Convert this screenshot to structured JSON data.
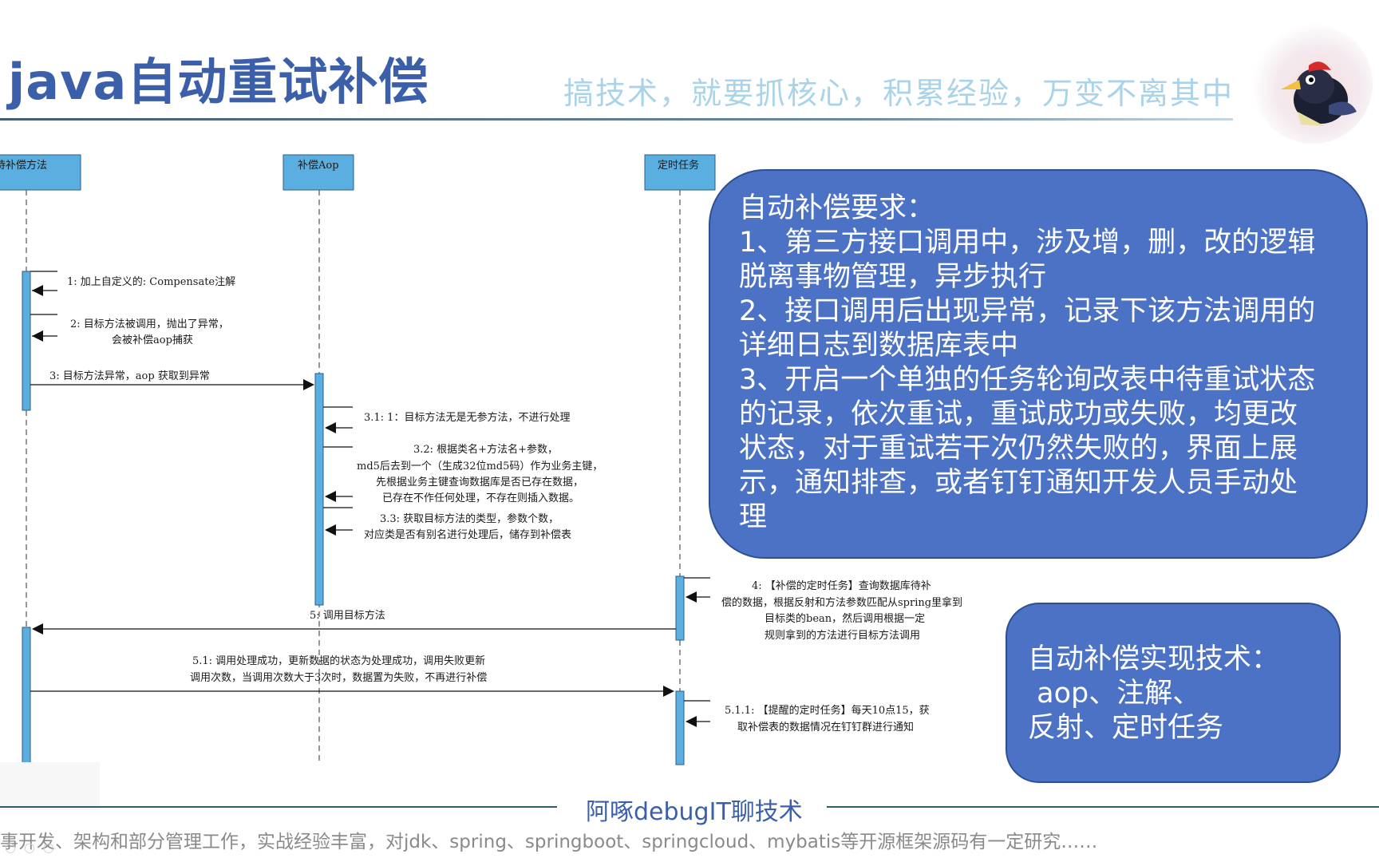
{
  "header": {
    "title": "java自动重试补偿",
    "slogan": "搞技术，就要抓核心，积累经验，万变不离其中"
  },
  "diagram": {
    "lifelines": [
      {
        "label": "待补偿方法"
      },
      {
        "label": "补偿Aop"
      },
      {
        "label": "定时任务"
      }
    ],
    "messages": {
      "m1": "1: 加上自定义的: Compensate注解",
      "m2a": "2: 目标方法被调用，抛出了异常，",
      "m2b": "会被补偿aop捕获",
      "m3": "3: 目标方法异常，aop 获取到异常",
      "m31": "3.1: 1：目标方法无是无参方法，不进行处理",
      "m32a": "3.2: 根据类名+方法名+参数，",
      "m32b": "md5后去到一个（生成32位md5码）作为业务主键，",
      "m32c": "先根据业务主键查询数据库是否已存在数据，",
      "m32d": "已存在不作任何处理，不存在则插入数据。",
      "m33a": "3.3: 获取目标方法的类型，参数个数，",
      "m33b": "对应类是否有别名进行处理后，储存到补偿表",
      "m4a": "4: 【补偿的定时任务】查询数据库待补",
      "m4b": "偿的数据，根据反射和方法参数匹配从spring里拿到",
      "m4c": "目标类的bean，然后调用根据一定",
      "m4d": "规则拿到的方法进行目标方法调用",
      "m5": "5: 调用目标方法",
      "m51a": "5.1: 调用处理成功，更新数据的状态为处理成功，调用失败更新",
      "m51b": "调用次数，当调用次数大于3次时，数据置为失败，不再进行补偿",
      "m511a": "5.1.1: 【提醒的定时任务】每天10点15，获",
      "m511b": "取补偿表的数据情况在钉钉群进行通知"
    }
  },
  "callouts": {
    "requirements": [
      "自动补偿要求：",
      "1、第三方接口调用中，涉及增，删，改的逻辑",
      "脱离事物管理，异步执行",
      "2、接口调用后出现异常，记录下该方法调用的",
      "详细日志到数据库表中",
      "3、开启一个单独的任务轮询改表中待重试状态",
      "的记录，依次重试，重试成功或失败，均更改",
      "状态，对于重试若干次仍然失败的，界面上展",
      "示，通知排查，或者钉钉通知开发人员手动处",
      "理"
    ],
    "tech": [
      "自动补偿实现技术：",
      " aop、注解、",
      "反射、定时任务"
    ]
  },
  "footer": {
    "brand": "阿啄debugIT聊技术",
    "description": "事开发、架构和部分管理工作，实战经验丰富，对jdk、spring、springboot、springcloud、mybatis等开源框架源码有一定研究……"
  },
  "colors": {
    "title": "#3b5fa8",
    "slogan": "#a9d3e8",
    "callout_fill": "#4c72c5",
    "lifeline_box": "#5aaee0"
  },
  "icons": {
    "mascot": "woodpecker-mascot-icon"
  }
}
